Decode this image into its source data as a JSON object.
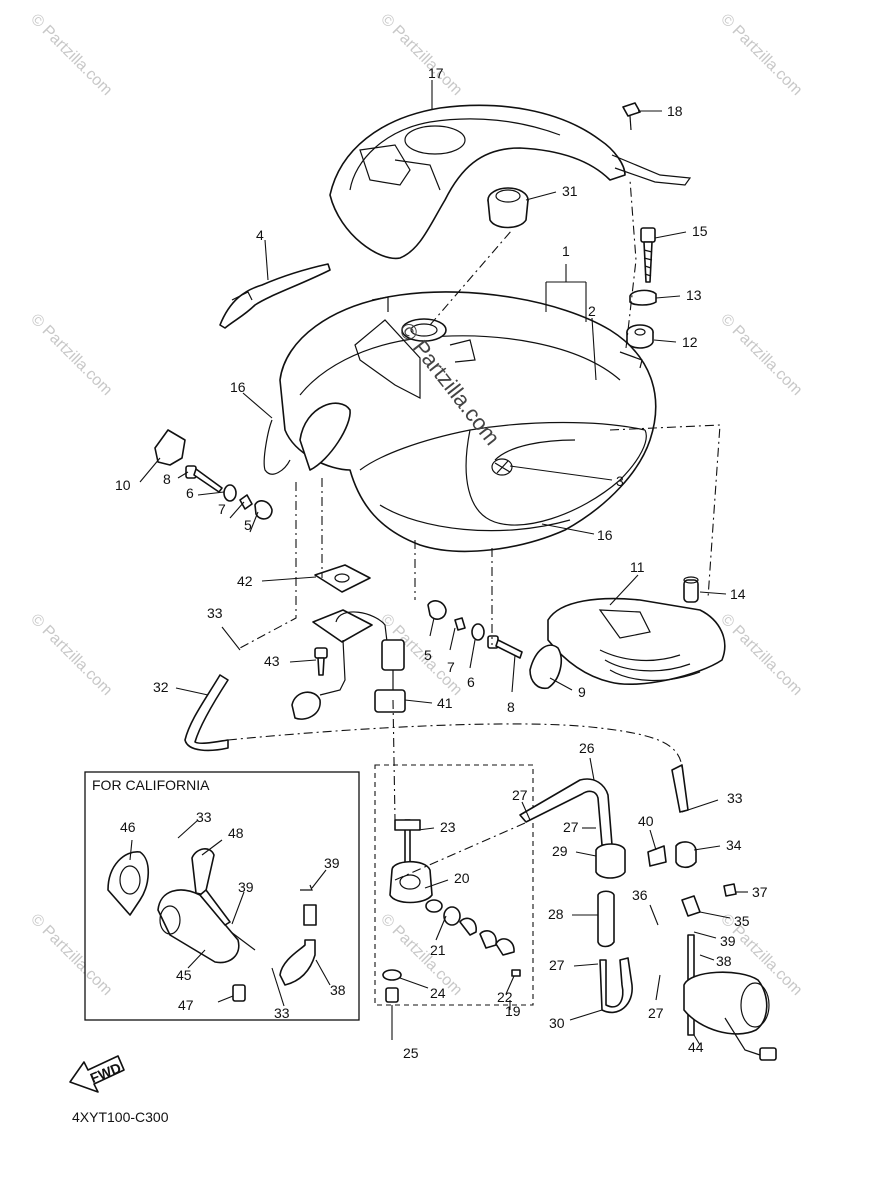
{
  "watermark": {
    "text": "© Partzilla.com"
  },
  "callouts": [
    {
      "id": "p17",
      "label": "17"
    },
    {
      "id": "p18",
      "label": "18"
    },
    {
      "id": "p31",
      "label": "31"
    },
    {
      "id": "p15",
      "label": "15"
    },
    {
      "id": "p4",
      "label": "4"
    },
    {
      "id": "p1",
      "label": "1"
    },
    {
      "id": "p2",
      "label": "2"
    },
    {
      "id": "p13",
      "label": "13"
    },
    {
      "id": "p12",
      "label": "12"
    },
    {
      "id": "p16a",
      "label": "16"
    },
    {
      "id": "p3",
      "label": "3"
    },
    {
      "id": "p10",
      "label": "10"
    },
    {
      "id": "p8a",
      "label": "8"
    },
    {
      "id": "p6a",
      "label": "6"
    },
    {
      "id": "p7a",
      "label": "7"
    },
    {
      "id": "p5a",
      "label": "5"
    },
    {
      "id": "p16b",
      "label": "16"
    },
    {
      "id": "p11",
      "label": "11"
    },
    {
      "id": "p14",
      "label": "14"
    },
    {
      "id": "p42",
      "label": "42"
    },
    {
      "id": "p33a",
      "label": "33"
    },
    {
      "id": "p5b",
      "label": "5"
    },
    {
      "id": "p7b",
      "label": "7"
    },
    {
      "id": "p6b",
      "label": "6"
    },
    {
      "id": "p8b",
      "label": "8"
    },
    {
      "id": "p9",
      "label": "9"
    },
    {
      "id": "p43",
      "label": "43"
    },
    {
      "id": "p32",
      "label": "32"
    },
    {
      "id": "p41",
      "label": "41"
    },
    {
      "id": "p26",
      "label": "26"
    },
    {
      "id": "p27a",
      "label": "27"
    },
    {
      "id": "p27b",
      "label": "27"
    },
    {
      "id": "p33b",
      "label": "33"
    },
    {
      "id": "p23",
      "label": "23"
    },
    {
      "id": "p40",
      "label": "40"
    },
    {
      "id": "p29",
      "label": "29"
    },
    {
      "id": "p34",
      "label": "34"
    },
    {
      "id": "p20",
      "label": "20"
    },
    {
      "id": "p36",
      "label": "36"
    },
    {
      "id": "p37",
      "label": "37"
    },
    {
      "id": "p28",
      "label": "28"
    },
    {
      "id": "p35",
      "label": "35"
    },
    {
      "id": "p21",
      "label": "21"
    },
    {
      "id": "p39a",
      "label": "39"
    },
    {
      "id": "p38a",
      "label": "38"
    },
    {
      "id": "p27c",
      "label": "27"
    },
    {
      "id": "p27d",
      "label": "27"
    },
    {
      "id": "p24",
      "label": "24"
    },
    {
      "id": "p22",
      "label": "22"
    },
    {
      "id": "p30",
      "label": "30"
    },
    {
      "id": "p19",
      "label": "19"
    },
    {
      "id": "p44",
      "label": "44"
    },
    {
      "id": "p25",
      "label": "25"
    },
    {
      "id": "p46",
      "label": "46"
    },
    {
      "id": "p33c",
      "label": "33"
    },
    {
      "id": "p48",
      "label": "48"
    },
    {
      "id": "p39b",
      "label": "39"
    },
    {
      "id": "p39c",
      "label": "39"
    },
    {
      "id": "p45",
      "label": "45"
    },
    {
      "id": "p38b",
      "label": "38"
    },
    {
      "id": "p47",
      "label": "47"
    },
    {
      "id": "p33d",
      "label": "33"
    }
  ],
  "california_box": {
    "title": "FOR CALIFORNIA"
  },
  "fwd_label": "FWD",
  "diagram_code": "4XYT100-C300"
}
